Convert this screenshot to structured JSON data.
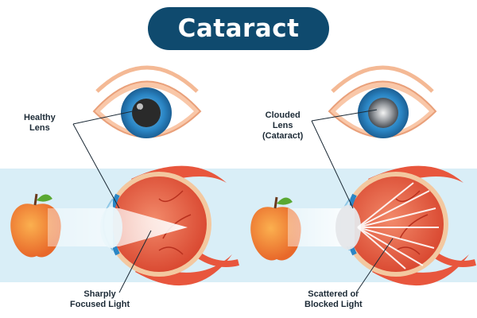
{
  "title": "Cataract",
  "labels": {
    "healthy_lens": [
      "Healthy",
      "Lens"
    ],
    "clouded_lens": [
      "Clouded",
      "Lens",
      "(Cataract)"
    ],
    "sharply_focused": [
      "Sharply",
      "Focused Light"
    ],
    "scattered": [
      "Scattered or",
      "Blocked Light"
    ]
  },
  "colors": {
    "title_bg": "#0f4a6e",
    "band": "#d9eef7",
    "iris": "#2b86c5",
    "sclera_muscle": "#e8563d",
    "apple": "#f2872b",
    "leaf": "#5aa832"
  }
}
